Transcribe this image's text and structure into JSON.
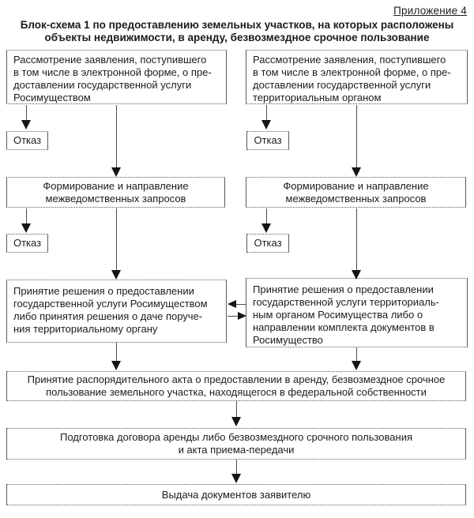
{
  "page": {
    "appendix": "Приложение 4",
    "title": "Блок-схема 1 по предоставлению земельных участков, на которых расположены\nобъекты недвижимости, в аренду, безвозмездное срочное пользование"
  },
  "colors": {
    "text": "#1c1c1c",
    "box_border": "#5a5a5a",
    "arrow": "#151515",
    "background": "#ffffff"
  },
  "flowchart": {
    "reject_label": "Отказ",
    "left": {
      "step1": "Рассмотрение заявления, поступившего\nв том числе в электронной форме, о пре-\nдоставлении государственной услуги\nРосимуществом",
      "step2": "Формирование и направление\nмежведомственных запросов",
      "step3": "Принятие решения о предоставлении\nгосударственной услуги Росимуществом\nлибо принятия решения о даче поруче-\nния территориальному органу"
    },
    "right": {
      "step1": "Рассмотрение заявления, поступившего\nв том числе в электронной форме, о пре-\nдоставлении государственной услуги\nтерриториальным органом",
      "step2": "Формирование и направление\nмежведомственных запросов",
      "step3": "Принятие решения о предоставлении\nгосударственной услуги территориаль-\nным органом Росимущества либо о\nнаправлении комплекта документов в\nРосимущество"
    },
    "shared": {
      "step4": "Принятие распорядительного акта о предоставлении в аренду, безвозмездное срочное\nпользование земельного участка, находящегося в федеральной собственности",
      "step5": "Подготовка договора аренды либо безвозмездного срочного пользования\nи акта приема-передачи",
      "step6": "Выдача документов заявителю"
    }
  }
}
